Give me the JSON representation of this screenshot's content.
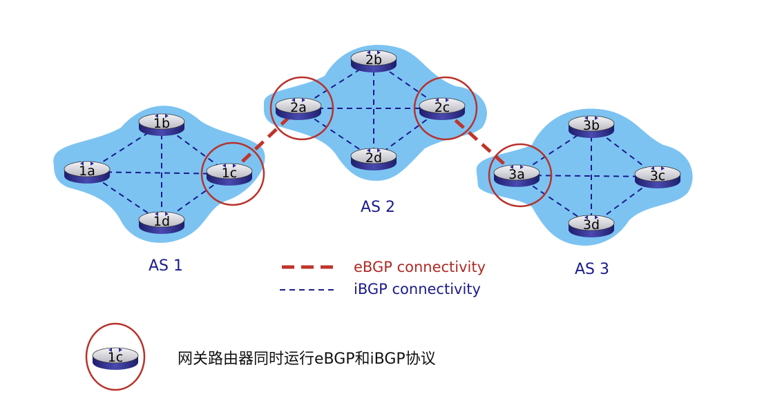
{
  "colors": {
    "cloud": "#7cc3f2",
    "ibgp": "#1a1a8c",
    "ebgp": "#c0342b",
    "circle": "#b8322b",
    "as_label": "#1a1a8c"
  },
  "autonomous_systems": [
    {
      "id": "as1",
      "label": "AS 1",
      "routers": [
        "1a",
        "1b",
        "1c",
        "1d"
      ]
    },
    {
      "id": "as2",
      "label": "AS 2",
      "routers": [
        "2a",
        "2b",
        "2c",
        "2d"
      ]
    },
    {
      "id": "as3",
      "label": "AS 3",
      "routers": [
        "3a",
        "3b",
        "3c",
        "3d"
      ]
    }
  ],
  "routers": {
    "r1a": "1a",
    "r1b": "1b",
    "r1c": "1c",
    "r1d": "1d",
    "r2a": "2a",
    "r2b": "2b",
    "r2c": "2c",
    "r2d": "2d",
    "r3a": "3a",
    "r3b": "3b",
    "r3c": "3c",
    "r3d": "3d"
  },
  "ibgp_links": [
    [
      "1a",
      "1b"
    ],
    [
      "1a",
      "1c"
    ],
    [
      "1a",
      "1d"
    ],
    [
      "1b",
      "1c"
    ],
    [
      "1b",
      "1d"
    ],
    [
      "1c",
      "1d"
    ],
    [
      "2a",
      "2b"
    ],
    [
      "2a",
      "2c"
    ],
    [
      "2a",
      "2d"
    ],
    [
      "2b",
      "2c"
    ],
    [
      "2b",
      "2d"
    ],
    [
      "2c",
      "2d"
    ],
    [
      "3a",
      "3b"
    ],
    [
      "3a",
      "3c"
    ],
    [
      "3a",
      "3d"
    ],
    [
      "3b",
      "3c"
    ],
    [
      "3b",
      "3d"
    ],
    [
      "3c",
      "3d"
    ]
  ],
  "ebgp_links": [
    [
      "1c",
      "2a"
    ],
    [
      "2c",
      "3a"
    ]
  ],
  "gateway_routers": [
    "1c",
    "2a",
    "2c",
    "3a"
  ],
  "legend": {
    "ebgp_label": "eBGP connectivity",
    "ibgp_label": "iBGP connectivity"
  },
  "note": {
    "router_label": "1c",
    "text": "网关路由器同时运行eBGP和iBGP协议"
  }
}
